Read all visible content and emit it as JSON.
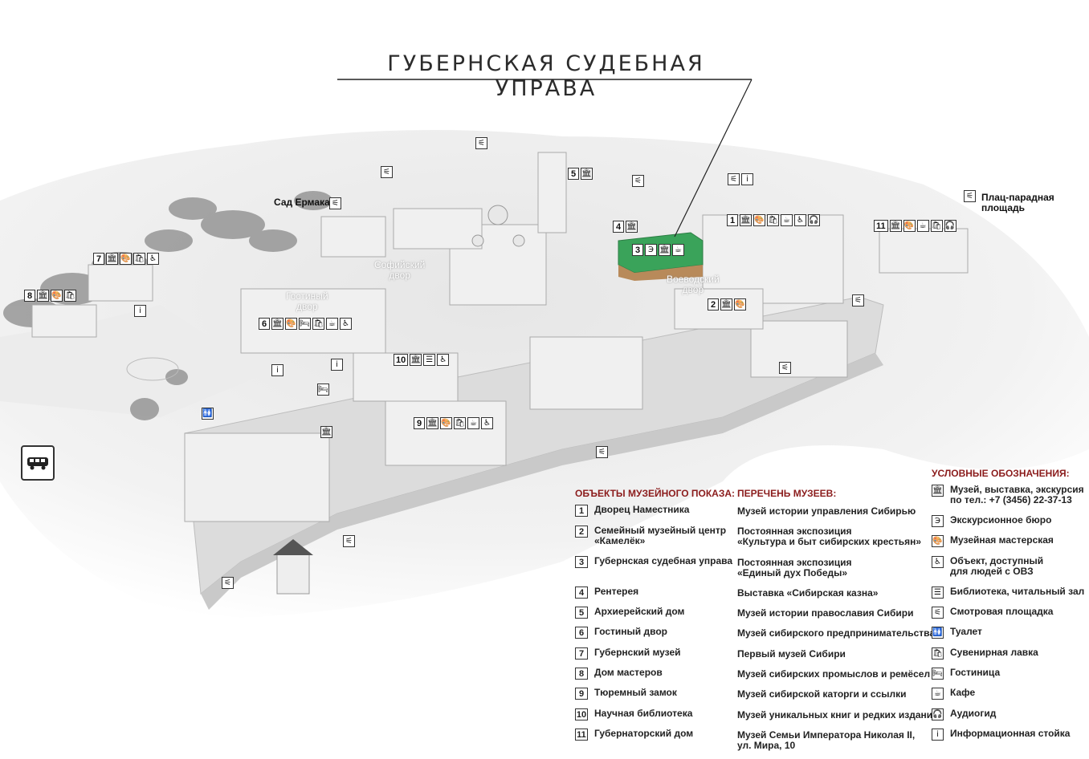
{
  "title": "ГУБЕРНСКАЯ СУДЕБНАЯ УПРАВА",
  "colors": {
    "accent_red": "#8b1c1c",
    "highlight_green": "#3aa35a",
    "ink": "#222222"
  },
  "map_labels": {
    "sad_ermaka": "Сад Ермака",
    "sofiyskiy_dvor": "Софийский\nдвор",
    "gostiny_dvor": "Гостиный\nдвор",
    "voevodskiy_dvor": "Воеводский\nдвор",
    "plac": "Плац-парадная\nплощадь"
  },
  "map_markers": {
    "m1": "1",
    "m2": "2",
    "m3": "3",
    "m4": "4",
    "m5": "5",
    "m6": "6",
    "m7": "7",
    "m8": "8",
    "m9": "9",
    "m10": "10",
    "m11": "11",
    "info": "i",
    "excursion": "Э"
  },
  "headings": {
    "objects": "ОБЪЕКТЫ МУЗЕЙНОГО ПОКАЗА:",
    "museums": "ПЕРЕЧЕНЬ МУЗЕЕВ:",
    "legend": "УСЛОВНЫЕ ОБОЗНАЧЕНИЯ:"
  },
  "objects": [
    {
      "num": "1",
      "name": "Дворец Наместника",
      "museum": "Музей истории управления Сибирью"
    },
    {
      "num": "2",
      "name": "Семейный музейный центр\n«Камелёк»",
      "museum": "Постоянная экспозиция\n«Культура и быт сибирских крестьян»"
    },
    {
      "num": "3",
      "name": "Губернская судебная управа",
      "museum": "Постоянная экспозиция\n«Единый дух Победы»"
    },
    {
      "num": "4",
      "name": "Рентерея",
      "museum": "Выставка «Сибирская казна»"
    },
    {
      "num": "5",
      "name": "Архиерейский дом",
      "museum": "Музей истории православия Сибири"
    },
    {
      "num": "6",
      "name": "Гостиный двор",
      "museum": "Музей сибирского предпринимательства"
    },
    {
      "num": "7",
      "name": "Губернский музей",
      "museum": "Первый музей Сибири"
    },
    {
      "num": "8",
      "name": "Дом мастеров",
      "museum": "Музей сибирских промыслов и ремёсел"
    },
    {
      "num": "9",
      "name": "Тюремный замок",
      "museum": "Музей сибирской каторги и ссылки"
    },
    {
      "num": "10",
      "name": "Научная библиотека",
      "museum": "Музей уникальных книг и редких изданий"
    },
    {
      "num": "11",
      "name": "Губернаторский дом",
      "museum": "Музей Семьи Императора Николая II,\nул. Мира, 10"
    }
  ],
  "legend": [
    {
      "icon": "museum-icon",
      "glyph": "🏛",
      "text": "Музей, выставка, экскурсия\nпо тел.: +7 (3456) 22-37-13"
    },
    {
      "icon": "excursion-bureau-icon",
      "glyph": "Э",
      "text": "Экскурсионное бюро"
    },
    {
      "icon": "workshop-palette-icon",
      "glyph": "🎨",
      "text": "Музейная мастерская"
    },
    {
      "icon": "wheelchair-icon",
      "glyph": "♿",
      "text": "Объект, доступный\nдля людей с ОВЗ"
    },
    {
      "icon": "library-icon",
      "glyph": "☰",
      "text": "Библиотека, читальный зал"
    },
    {
      "icon": "viewpoint-icon",
      "glyph": "⚟",
      "text": "Смотровая площадка"
    },
    {
      "icon": "toilet-icon",
      "glyph": "🚻",
      "text": "Туалет"
    },
    {
      "icon": "souvenir-icon",
      "glyph": "🛍",
      "text": "Сувенирная лавка"
    },
    {
      "icon": "hotel-icon",
      "glyph": "🛏",
      "text": "Гостиница"
    },
    {
      "icon": "cafe-icon",
      "glyph": "☕",
      "text": "Кафе"
    },
    {
      "icon": "audio-guide-icon",
      "glyph": "🎧",
      "text": "Аудиогид"
    },
    {
      "icon": "info-desk-icon",
      "glyph": "i",
      "text": "Информационная стойка"
    }
  ]
}
